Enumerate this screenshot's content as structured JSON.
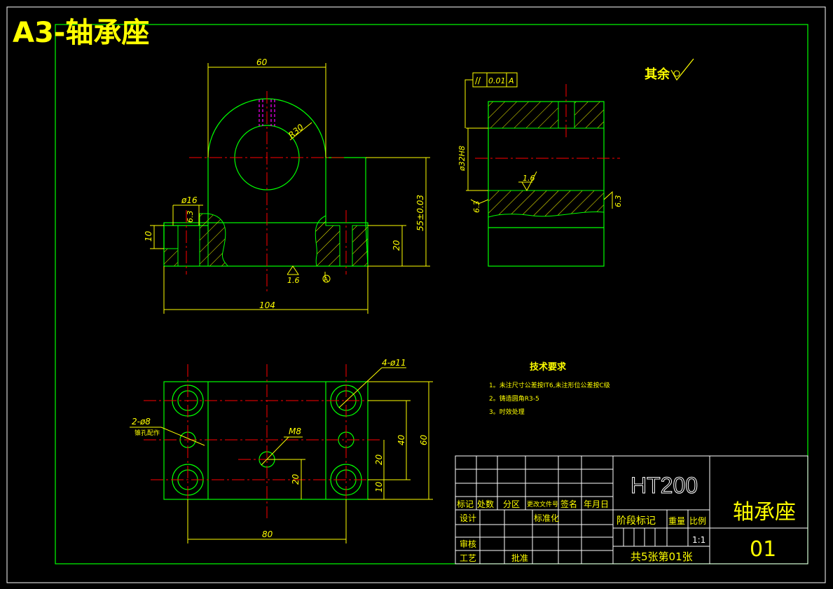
{
  "drawing": {
    "title": "A3-轴承座",
    "roughness_note": "其余",
    "dimensions": {
      "top_width": "60",
      "radius": "R30",
      "hole_dia": "ø16",
      "rough_6_3_a": "6.3",
      "height_10": "10",
      "height_20": "20",
      "height_55": "55±0.03",
      "base_width": "104",
      "rough_bottom": "1.6",
      "datum": "A",
      "tolerance_parallel": "//",
      "tolerance_value": "0.01",
      "tolerance_datum": "A",
      "bore": "ø32H8",
      "rough_bore": "1.6",
      "rough_left": "6.3",
      "rough_right": "6.3",
      "holes_4": "4-ø11",
      "holes_2": "2-ø8",
      "holes_2_note": "锥孔配作",
      "thread": "M8",
      "plan_20_left": "20",
      "plan_80": "80",
      "plan_40": "40",
      "plan_60": "60",
      "plan_20_right": "20",
      "plan_10": "10"
    },
    "tech_requirements": {
      "heading": "技术要求",
      "items": [
        "1。未注尺寸公差按IT6,未注形位公差按C级",
        "2。铸造圆角R3-5",
        "3。时效处理"
      ]
    },
    "title_block": {
      "material": "HT200",
      "part_name": "轴承座",
      "drawing_no": "01",
      "rev_labels": [
        "标记",
        "处数",
        "分区",
        "更改文件号",
        "签名",
        "年月日"
      ],
      "design": "设计",
      "standard": "标准化",
      "review": "审核",
      "process": "工艺",
      "approve": "批准",
      "stage": "阶段标记",
      "weight": "重量",
      "scale_label": "比例",
      "scale": "1:1",
      "sheets": "共5张第01张"
    },
    "colors": {
      "outline": "#00ff00",
      "text": "#ffff00",
      "center": "#ff0000",
      "frame": "#ffffff",
      "hidden": "#ff00ff"
    }
  }
}
